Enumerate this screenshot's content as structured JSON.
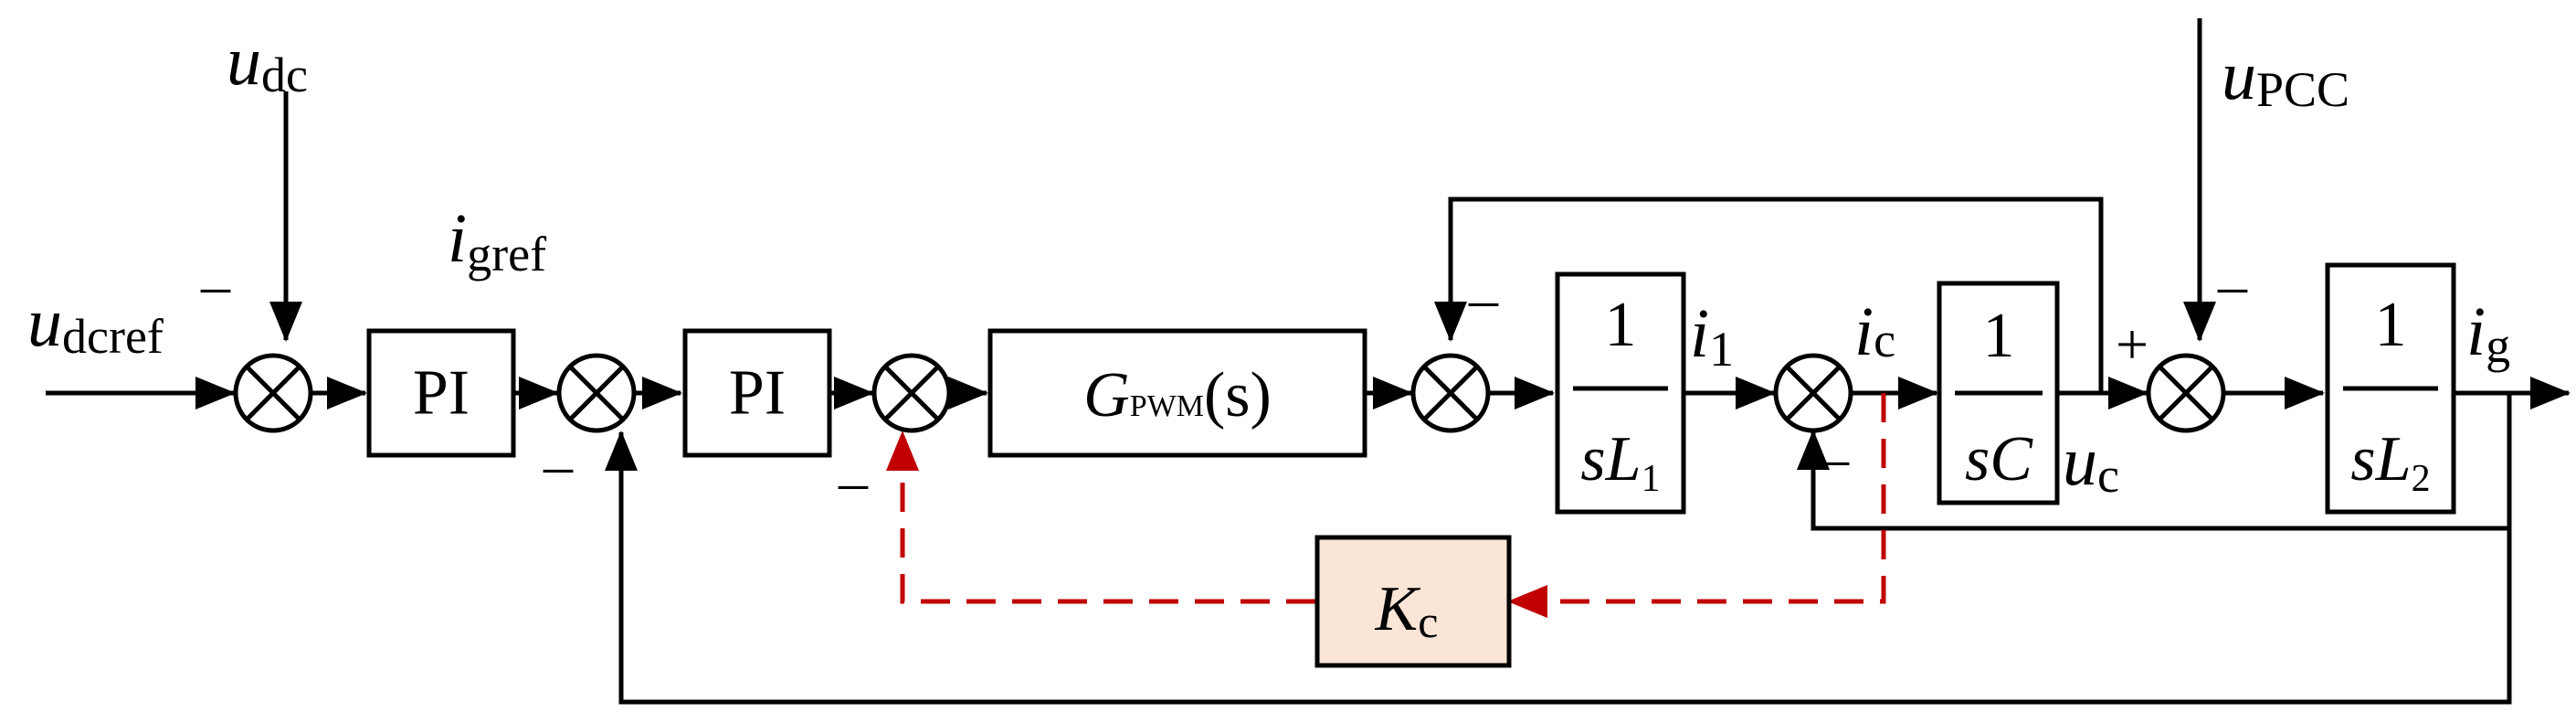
{
  "colors": {
    "line": "#000000",
    "feedback_path": "#C00000",
    "gain_box_fill": "#FBE5D6"
  },
  "signals": {
    "udc": {
      "base": "u",
      "sub": "dc"
    },
    "udcref": {
      "base": "u",
      "sub": "dcref"
    },
    "igref": {
      "base": "i",
      "sub": "gref"
    },
    "i1": {
      "base": "i",
      "sub": "1"
    },
    "ic": {
      "base": "i",
      "sub": "c"
    },
    "uc": {
      "base": "u",
      "sub": "c"
    },
    "upcc": {
      "base": "u",
      "sub": "PCC"
    },
    "ig": {
      "base": "i",
      "sub": "g"
    }
  },
  "blocks": {
    "pi1": "PI",
    "pi2": "PI",
    "gpwm": {
      "base": "G",
      "sub": "PWM",
      "arg": "(s)"
    },
    "l1": {
      "num": "1",
      "den": "sL",
      "den_sub": "1"
    },
    "cap": {
      "num": "1",
      "den": "sC"
    },
    "l2": {
      "num": "1",
      "den": "sL",
      "den_sub": "2"
    },
    "kc": {
      "base": "K",
      "sub": "c"
    }
  },
  "signs": {
    "minus": "–",
    "plus": "+"
  }
}
